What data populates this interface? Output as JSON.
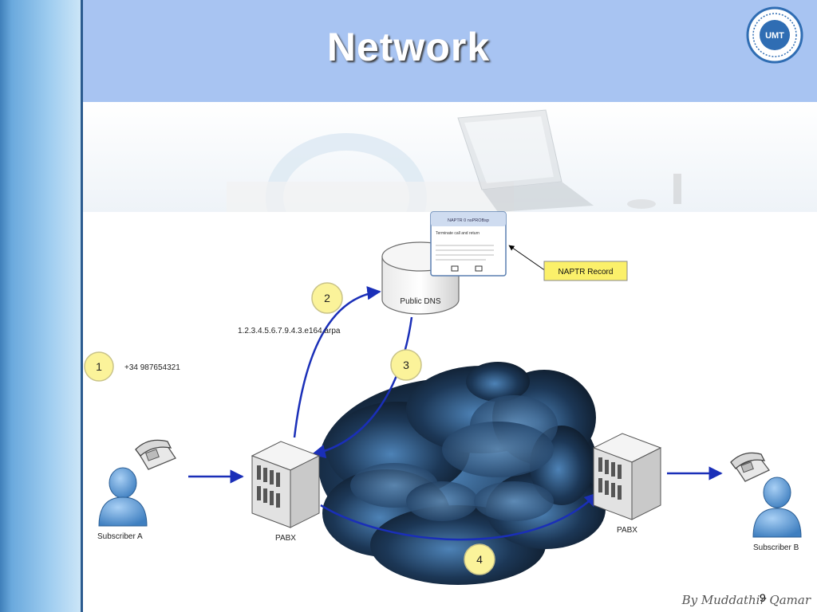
{
  "slide": {
    "title": "Network",
    "logo_text": "UMT",
    "signature": "By Muddathir Qamar",
    "page_number": "9"
  },
  "diagram": {
    "dns_label": "Public DNS",
    "naptr_label": "NAPTR Record",
    "dns_window_title": "NAPTR 0 nsPROBsp",
    "dns_window_text": "Terminate call and return",
    "enum_domain": "1.2.3.4.5.6.7.9.4.3.e164.arpa",
    "phone_number": "+34 987654321",
    "subscriber_a": "Subscriber A",
    "subscriber_b": "Subscriber B",
    "pabx_left": "PABX",
    "pabx_right": "PABX",
    "steps": [
      "1",
      "2",
      "3",
      "4"
    ]
  },
  "colors": {
    "header": "#a8c4f2",
    "arrow": "#1a2fb8",
    "step_badge": "#fbf39a",
    "naptr_box": "#fbf06a",
    "cloud_dark": "#0c1622",
    "cloud_light": "#4d82b6",
    "person": "#4f8ed0"
  }
}
